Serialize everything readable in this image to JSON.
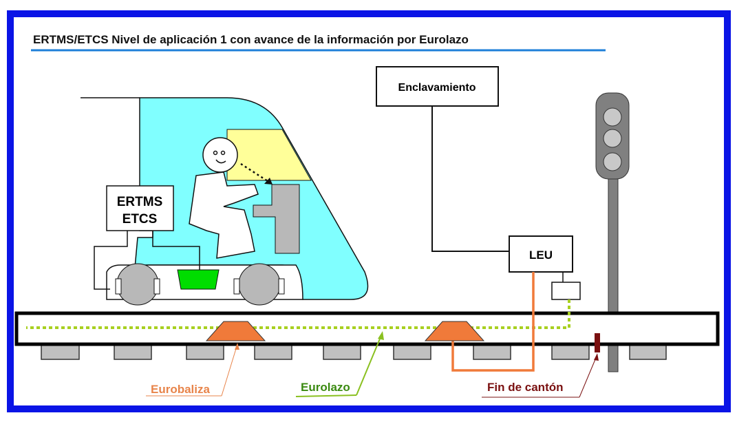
{
  "title": "ERTMS/ETCS Nivel de aplicación 1  con avance de la información por Eurolazo",
  "boxes": {
    "interlocking": "Enclavamiento",
    "onboard_line1": "ERTMS",
    "onboard_line2": "ETCS",
    "leu": "LEU"
  },
  "labels": {
    "eurobalise": "Eurobaliza",
    "euroloop": "Eurolazo",
    "block_end": "Fin de cantón"
  },
  "colors": {
    "frame": "#0a14e6",
    "title_underline": "#1e7fd8",
    "cab": "#80ffff",
    "window": "#ffff99",
    "antenna": "#00dd00",
    "balise": "#f07a3a",
    "loop": "#a8d020",
    "eurobalise_label": "#e8844a",
    "euroloop_label": "#3a8a10",
    "block_end": "#7a1010"
  }
}
